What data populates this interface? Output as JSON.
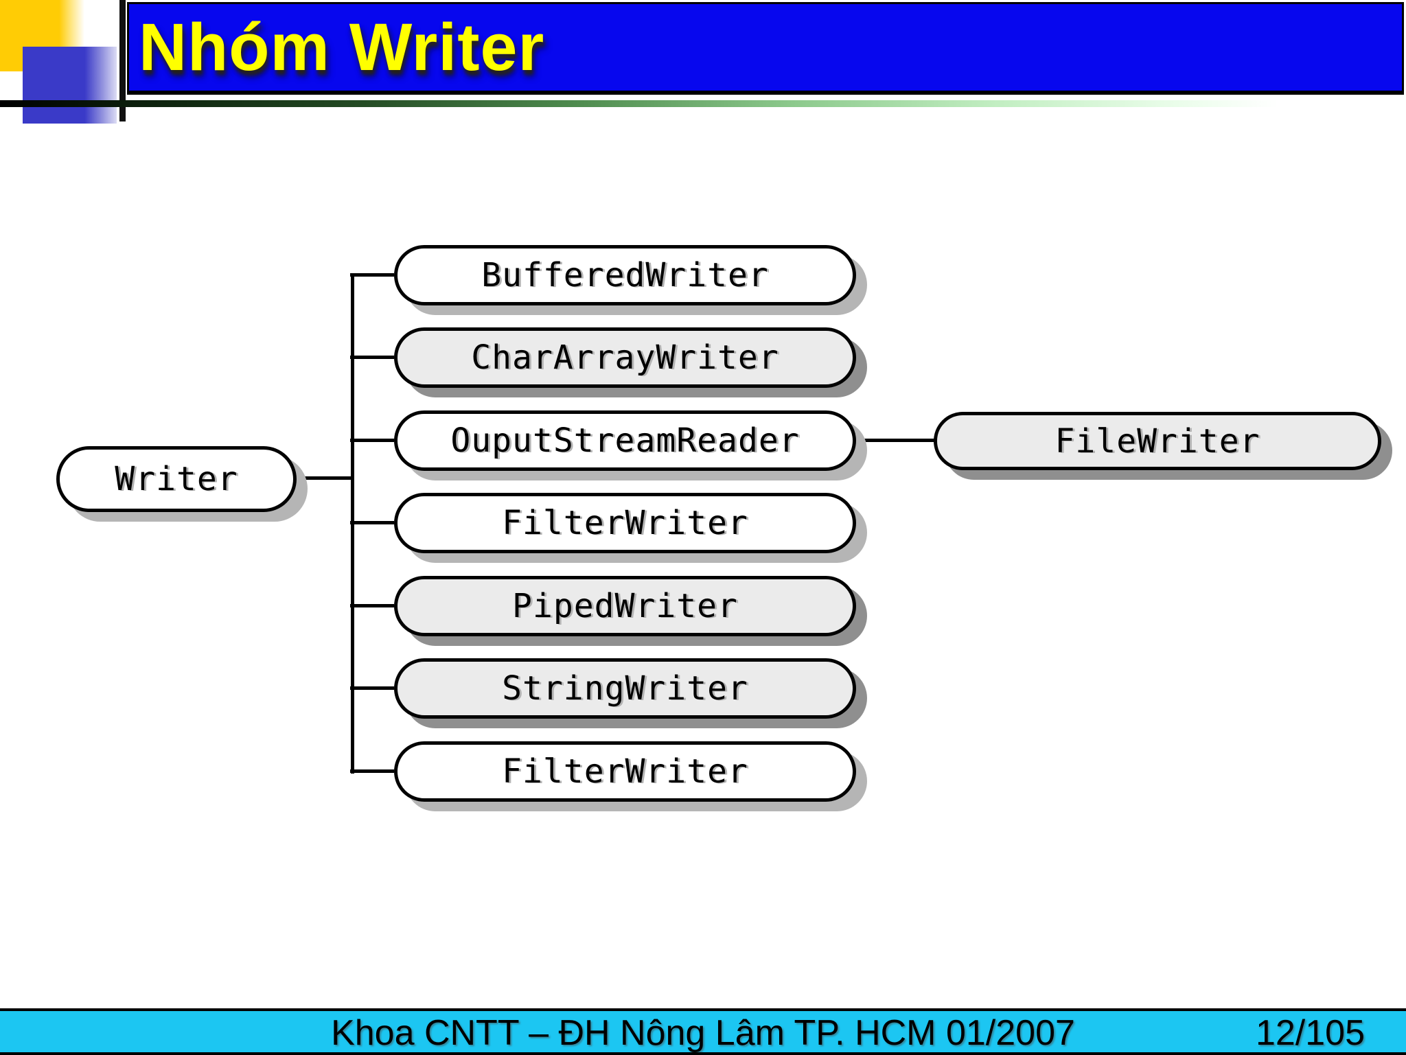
{
  "header": {
    "title": "Nhóm Writer",
    "bar_color": "#0707EE",
    "title_color": "#FFFF00",
    "accent_yellow": "#FFCC05",
    "accent_blue": "#3A3AC8",
    "underline_gradient": [
      "#000000",
      "#4E8B4E",
      "#FFFFFF"
    ]
  },
  "diagram": {
    "root": {
      "label": "Writer",
      "fill": "white"
    },
    "children": [
      {
        "label": "BufferedWriter",
        "fill": "white"
      },
      {
        "label": "CharArrayWriter",
        "fill": "gray"
      },
      {
        "label": "OuputStreamReader",
        "fill": "white"
      },
      {
        "label": "FilterWriter",
        "fill": "white"
      },
      {
        "label": "PipedWriter",
        "fill": "gray"
      },
      {
        "label": "StringWriter",
        "fill": "gray"
      },
      {
        "label": "FilterWriter",
        "fill": "white"
      }
    ],
    "grandchild": {
      "label": "FileWriter",
      "fill": "gray",
      "parent": "OuputStreamReader"
    },
    "node_fill_white": "#FFFFFF",
    "node_fill_gray": "#EBEBEB",
    "node_border": "#000000",
    "node_shadow": "#9E9E9E"
  },
  "footer": {
    "text": "Khoa CNTT – ĐH Nông Lâm TP. HCM 01/2007",
    "page": "12/105",
    "bar_color": "#1CC6F2"
  }
}
